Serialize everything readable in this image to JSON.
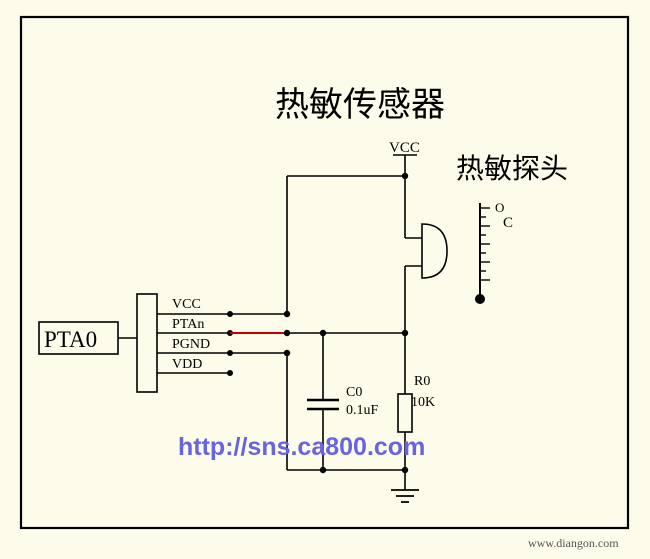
{
  "title": "热敏传感器",
  "probe_label": "热敏探头",
  "thermometer_unit": {
    "degree": "O",
    "letter": "C"
  },
  "connector": {
    "name": "PTA0",
    "pins": [
      "VCC",
      "PTAn",
      "PGND",
      "VDD"
    ]
  },
  "supply_label": "VCC",
  "capacitor": {
    "ref": "C0",
    "value": "0.1uF"
  },
  "resistor": {
    "ref": "R0",
    "value": "10K"
  },
  "url_overlay": "http://sns.ca800.com",
  "watermark": "www.diangon.com",
  "colors": {
    "background": "#fdfbe9",
    "signal_wire": "#c00000",
    "url_text": "#6a63e0"
  }
}
